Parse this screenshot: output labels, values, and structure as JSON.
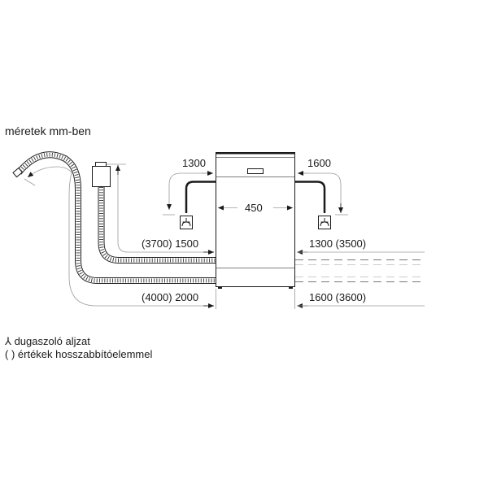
{
  "title": "méretek mm-ben",
  "dimensions": {
    "top_left": "1300",
    "top_right": "1600",
    "width": "450",
    "inlet_left": "(3700) 1500",
    "inlet_right": "1300 (3500)",
    "drain_left": "(4000) 2000",
    "drain_right": "1600 (3600)"
  },
  "legend": {
    "socket_symbol": "⅄",
    "socket_label": "dugaszoló aljzat",
    "paren_symbol": "( )",
    "paren_label": "értékek hosszabbítóelemmel"
  },
  "colors": {
    "line": "#1a1a1a",
    "dim_line": "#9a9a9a",
    "background": "#ffffff"
  }
}
